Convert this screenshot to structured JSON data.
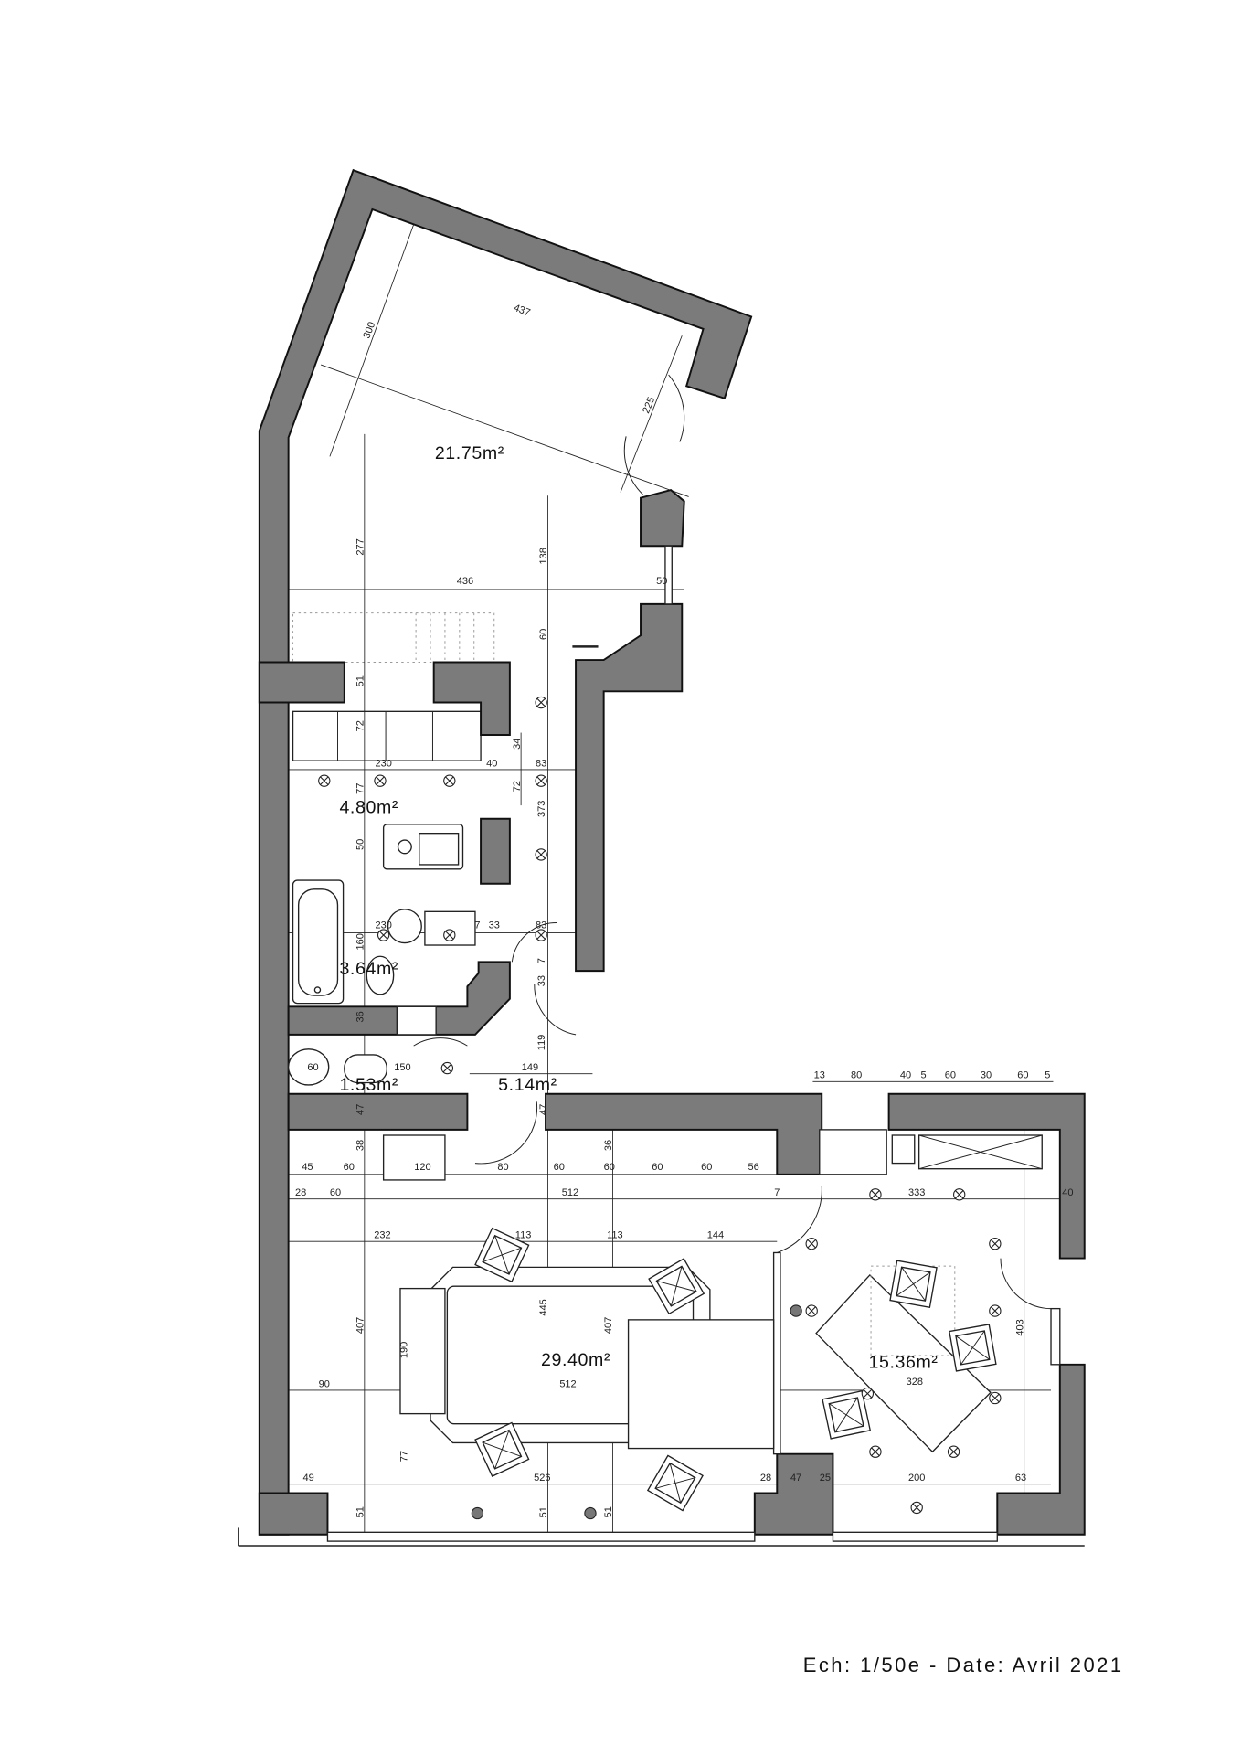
{
  "plan": {
    "rooms": [
      {
        "name": "room-top",
        "area": "21.75m²"
      },
      {
        "name": "room-kitchen",
        "area": "4.80m²"
      },
      {
        "name": "room-bathroom",
        "area": "3.64m²"
      },
      {
        "name": "room-wc",
        "area": "1.53m²"
      },
      {
        "name": "room-hall",
        "area": "5.14m²"
      },
      {
        "name": "room-living",
        "area": "29.40m²"
      },
      {
        "name": "room-office",
        "area": "15.36m²"
      }
    ],
    "dimensions": [
      "437",
      "300",
      "225",
      "277",
      "138",
      "436",
      "50",
      "60",
      "51",
      "72",
      "230",
      "40",
      "34",
      "83",
      "72",
      "373",
      "77",
      "50",
      "230",
      "7",
      "33",
      "83",
      "160",
      "7",
      "33",
      "36",
      "119",
      "60",
      "150",
      "149",
      "47",
      "47",
      "38",
      "36",
      "45",
      "60",
      "120",
      "80",
      "60",
      "60",
      "60",
      "60",
      "56",
      "28",
      "60",
      "512",
      "7",
      "333",
      "40",
      "232",
      "113",
      "113",
      "144",
      "445",
      "407",
      "407",
      "190",
      "90",
      "512",
      "328",
      "403",
      "77",
      "49",
      "526",
      "28",
      "47",
      "25",
      "200",
      "63",
      "51",
      "51",
      "51",
      "13",
      "80",
      "40",
      "5",
      "60",
      "30",
      "60",
      "5"
    ],
    "wall_color": "#7b7b7b"
  },
  "footer": {
    "caption": "Ech: 1/50e - Date: Avril 2021"
  }
}
